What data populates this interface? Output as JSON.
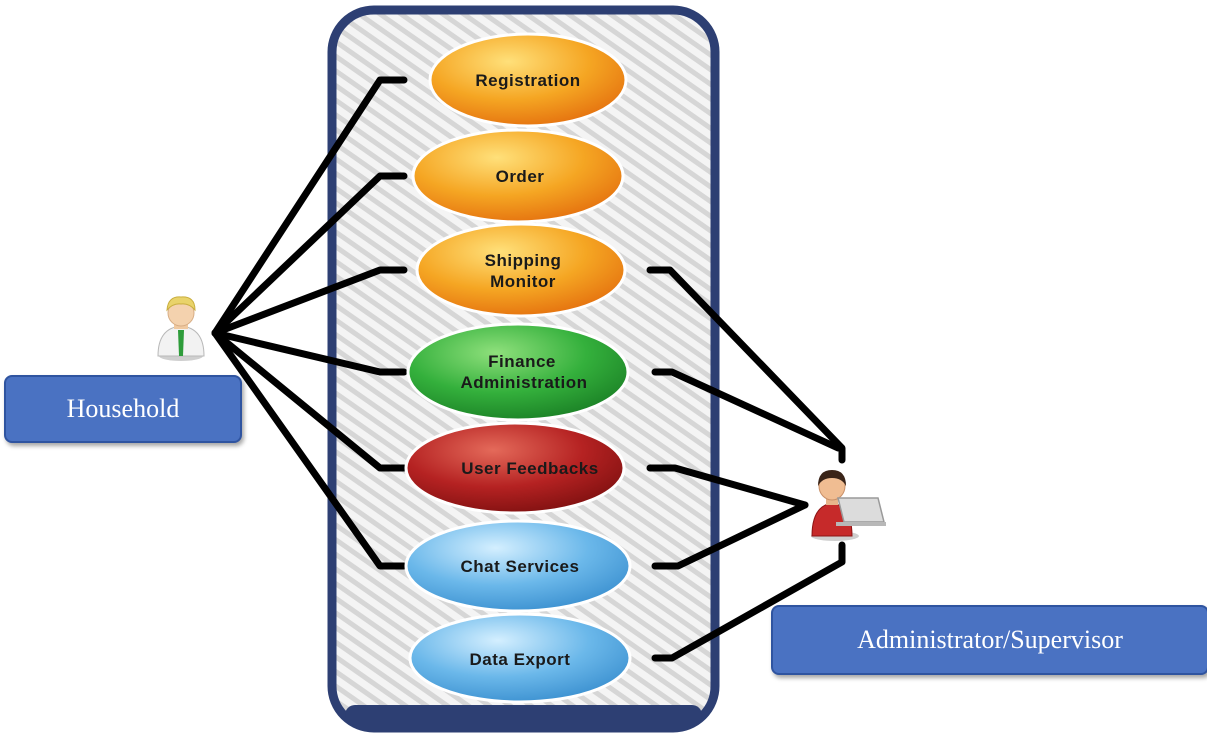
{
  "actors": {
    "household": "Household",
    "admin": "Administrator/Supervisor"
  },
  "use_cases": [
    {
      "label_lines": [
        "Registration"
      ],
      "color": "orange"
    },
    {
      "label_lines": [
        "Order"
      ],
      "color": "orange"
    },
    {
      "label_lines": [
        "Shipping",
        "Monitor"
      ],
      "color": "orange"
    },
    {
      "label_lines": [
        "Finance",
        "Administration"
      ],
      "color": "green"
    },
    {
      "label_lines": [
        "User Feedbacks"
      ],
      "color": "red"
    },
    {
      "label_lines": [
        "Chat Services"
      ],
      "color": "blue"
    },
    {
      "label_lines": [
        "Data Export"
      ],
      "color": "blue"
    }
  ],
  "colors": {
    "orange": "#f39a1e",
    "green": "#2fa83a",
    "red": "#b52222",
    "blue": "#62aee3",
    "system_border": "#2d3f73",
    "actor_box": "#4a72c2"
  }
}
